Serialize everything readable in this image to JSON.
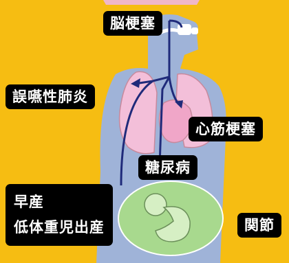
{
  "labels": {
    "stroke": "脳梗塞",
    "aspiration_pneumonia": "誤嚥性肺炎",
    "myocardial_infarction": "心筋梗塞",
    "diabetes": "糖尿病",
    "preterm_birth": "早産",
    "low_birth_weight": "低体重児出産",
    "joint": "関節"
  },
  "colors": {
    "background": "#F6BD12",
    "body": "#9FB3D8",
    "lungs": "#F3BFD9",
    "womb": "#A8D98E",
    "vessels": "#1F2A7A",
    "label_bg": "#000000",
    "label_text": "#FFFFFF"
  },
  "icons": [
    "human-torso-icon",
    "lungs-icon",
    "heart-icon",
    "fetus-icon",
    "blood-vessel-icon",
    "teeth-icon"
  ]
}
